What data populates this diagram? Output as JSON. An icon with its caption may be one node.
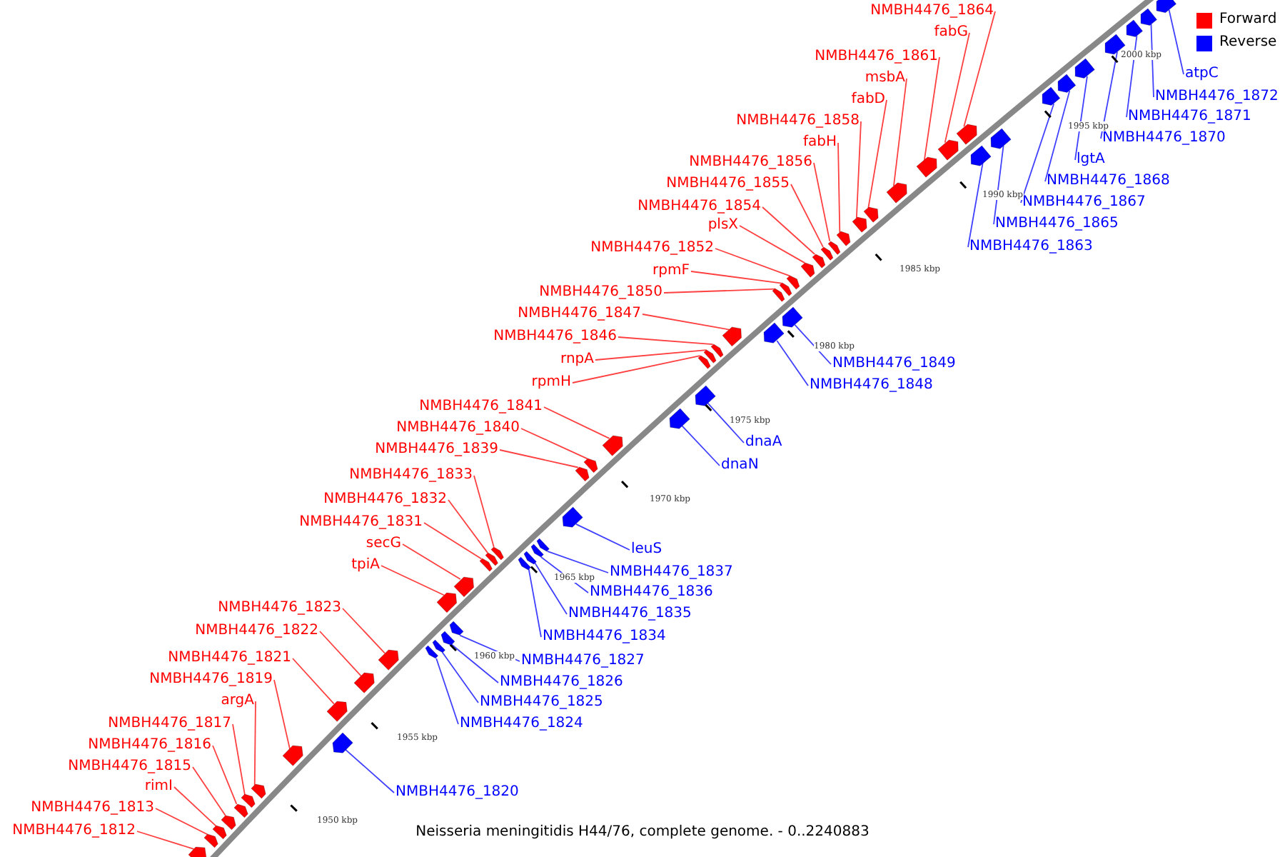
{
  "diagram": {
    "caption": "Neisseria meningitidis H44/76, complete genome. - 0..2240883",
    "nodes": [
      {
        "text": [
          "NMBH4476_1864"
        ]
      },
      {
        "text": [],
        "shape": "bar"
      },
      {
        "text": [
          "fabG"
        ]
      },
      {
        "text": [],
        "shape": "bar"
      },
      {
        "text": [
          "NMBH4476_1861"
        ]
      },
      {
        "text": [],
        "shape": "bar"
      },
      {
        "text": [
          "msbA"
        ]
      },
      {
        "text": [],
        "shape": "bar"
      },
      {
        "text": [
          "fabD"
        ]
      },
      {
        "text": [],
        "shape": "bar"
      },
      {
        "text": [
          "NMBH4476_1858"
        ]
      },
      {
        "text": [],
        "shape": "bar"
      },
      {
        "text": [
          "fabH"
        ]
      },
      {
        "text": [],
        "shape": "bar"
      },
      {
        "text": [
          "NMBH4476_1856"
        ]
      },
      {
        "text": [],
        "shape": "bar"
      },
      {
        "text": [
          "NMBH4476_1855"
        ]
      },
      {
        "text": [],
        "shape": "bar"
      },
      {
        "text": [
          "NMBH4476_1854"
        ]
      },
      {
        "text": [],
        "shape": "bar"
      },
      {
        "text": [
          "plsX"
        ]
      },
      {
        "text": [],
        "shape": "bar"
      },
      {
        "text": [
          "NMBH4476_1852"
        ]
      },
      {
        "text": [],
        "shape": "bar"
      },
      {
        "text": [
          "rpmF"
        ]
      },
      {
        "text": [],
        "shape": "bar"
      },
      {
        "text": [
          "NMBH4476_1850"
        ]
      },
      {
        "text": [],
        "shape": "bar"
      },
      {
        "text": [
          "NMBH4476_1847"
        ]
      },
      {
        "text": [],
        "shape": "bar"
      },
      {
        "text": [
          "NMBH4476_1846"
        ]
      },
      {
        "text": [],
        "shape": "bar"
      },
      {
        "text": [
          "rnpA"
        ]
      },
      {
        "text": [],
        "shape": "bar"
      },
      {
        "text": [
          "rpmH"
        ]
      },
      {
        "text": [],
        "shape": "bar"
      },
      {
        "text": [
          "NMBH4476_1841"
        ]
      },
      {
        "text": [],
        "shape": "bar"
      },
      {
        "text": [
          "NMBH4476_1840"
        ]
      },
      {
        "text": [],
        "shape": "bar"
      },
      {
        "text": [
          "NMBH4476_1839"
        ]
      },
      {
        "text": [],
        "shape": "bar"
      },
      {
        "text": [
          "NMBH4476_1833"
        ]
      },
      {
        "text": [],
        "shape": "bar"
      },
      {
        "text": [
          "NMBH4476_1832"
        ]
      },
      {
        "text": [],
        "shape": "bar"
      },
      {
        "text": [
          "NMBH4476_1831"
        ]
      },
      {
        "text": [],
        "shape": "bar"
      },
      {
        "text": [
          "secG"
        ]
      },
      {
        "text": [],
        "shape": "bar"
      },
      {
        "text": [
          "tpiA"
        ]
      },
      {
        "text": [],
        "shape": "bar"
      },
      {
        "text": [
          "NMBH4476_1823"
        ]
      },
      {
        "text": [],
        "shape": "bar"
      },
      {
        "text": [
          "NMBH4476_1822"
        ]
      },
      {
        "text": [],
        "shape": "bar"
      },
      {
        "text": [
          "NMBH4476_1821"
        ]
      },
      {
        "text": [],
        "shape": "bar"
      },
      {
        "text": [
          "NMBH4476_1819"
        ]
      },
      {
        "text": [],
        "shape": "bar"
      },
      {
        "text": [
          "argA"
        ]
      },
      {
        "text": [],
        "shape": "bar"
      },
      {
        "text": [
          "NMBH4476_1817"
        ]
      },
      {
        "text": [],
        "shape": "bar"
      },
      {
        "text": [
          "NMBH4476_1816"
        ]
      },
      {
        "text": [],
        "shape": "bar"
      },
      {
        "text": [
          "NMBH4476_1815"
        ]
      },
      {
        "text": [],
        "shape": "bar"
      },
      {
        "text": [
          "rimI"
        ]
      },
      {
        "text": [],
        "shape": "bar"
      },
      {
        "text": [
          "NMBH4476_1813"
        ]
      },
      {
        "text": [],
        "shape": "bar"
      },
      {
        "text": [
          "NMBH4476_1812"
        ]
      },
      {
        "text": [],
        "shape": "bar"
      },
      {
        "text": [
          "atpC"
        ]
      },
      {
        "text": [],
        "shape": "bar"
      },
      {
        "text": [
          "NMBH4476_1872"
        ]
      },
      {
        "text": [],
        "shape": "bar"
      },
      {
        "text": [
          "NMBH4476_1871"
        ]
      },
      {
        "text": [],
        "shape": "bar"
      },
      {
        "text": [
          "NMBH4476_1870"
        ]
      },
      {
        "text": [],
        "shape": "bar"
      },
      {
        "text": [
          "lgtA"
        ]
      },
      {
        "text": [],
        "shape": "bar"
      },
      {
        "text": [
          "NMBH4476_1868"
        ]
      },
      {
        "text": [],
        "shape": "bar"
      },
      {
        "text": [
          "NMBH4476_1867"
        ]
      },
      {
        "text": [],
        "shape": "bar"
      },
      {
        "text": [
          "NMBH4476_1865"
        ]
      },
      {
        "text": [],
        "shape": "bar"
      },
      {
        "text": [
          "NMBH4476_1863"
        ]
      },
      {
        "text": [],
        "shape": "bar"
      },
      {
        "text": [
          "NMBH4476_1849"
        ]
      },
      {
        "text": [],
        "shape": "bar"
      },
      {
        "text": [
          "NMBH4476_1848"
        ]
      },
      {
        "text": [],
        "shape": "bar"
      },
      {
        "text": [
          "dnaA"
        ]
      },
      {
        "text": [],
        "shape": "bar"
      },
      {
        "text": [
          "dnaN"
        ]
      },
      {
        "text": [],
        "shape": "bar"
      },
      {
        "text": [
          "leuS"
        ]
      },
      {
        "text": [],
        "shape": "bar"
      },
      {
        "text": [
          "NMBH4476_1837"
        ]
      },
      {
        "text": [],
        "shape": "bar"
      },
      {
        "text": [
          "NMBH4476_1836"
        ]
      },
      {
        "text": [],
        "shape": "bar"
      },
      {
        "text": [
          "NMBH4476_1835"
        ]
      },
      {
        "text": [],
        "shape": "bar"
      },
      {
        "text": [
          "NMBH4476_1834"
        ]
      },
      {
        "text": [],
        "shape": "bar"
      },
      {
        "text": [
          "NMBH4476_1827"
        ]
      },
      {
        "text": [],
        "shape": "bar"
      },
      {
        "text": [
          "NMBH4476_1826"
        ]
      },
      {
        "text": [],
        "shape": "bar"
      },
      {
        "text": [
          "NMBH4476_1825"
        ]
      },
      {
        "text": [],
        "shape": "bar"
      },
      {
        "text": [
          "NMBH4476_1824"
        ]
      },
      {
        "text": [],
        "shape": "bar"
      },
      {
        "text": [
          "NMBH4476_1820"
        ]
      },
      {
        "text": [],
        "shape": "bar"
      }
    ],
    "edges": [
      {
        "from": 0,
        "to": 1,
        "arrow": "none"
      },
      {
        "from": 2,
        "to": 3,
        "arrow": "none"
      },
      {
        "from": 4,
        "to": 5,
        "arrow": "none"
      },
      {
        "from": 6,
        "to": 7,
        "arrow": "none"
      },
      {
        "from": 8,
        "to": 9,
        "arrow": "none"
      },
      {
        "from": 10,
        "to": 11,
        "arrow": "none"
      },
      {
        "from": 12,
        "to": 13,
        "arrow": "none"
      },
      {
        "from": 14,
        "to": 15,
        "arrow": "none"
      },
      {
        "from": 16,
        "to": 17,
        "arrow": "none"
      },
      {
        "from": 18,
        "to": 19,
        "arrow": "none"
      },
      {
        "from": 20,
        "to": 21,
        "arrow": "none"
      },
      {
        "from": 22,
        "to": 23,
        "arrow": "none"
      },
      {
        "from": 24,
        "to": 25,
        "arrow": "none"
      },
      {
        "from": 26,
        "to": 27,
        "arrow": "none"
      },
      {
        "from": 28,
        "to": 29,
        "arrow": "none"
      },
      {
        "from": 30,
        "to": 31,
        "arrow": "none"
      },
      {
        "from": 32,
        "to": 33,
        "arrow": "none"
      },
      {
        "from": 34,
        "to": 35,
        "arrow": "none"
      },
      {
        "from": 36,
        "to": 37,
        "arrow": "none"
      },
      {
        "from": 38,
        "to": 39,
        "arrow": "none"
      },
      {
        "from": 40,
        "to": 41,
        "arrow": "none"
      },
      {
        "from": 42,
        "to": 43,
        "arrow": "none"
      },
      {
        "from": 44,
        "to": 45,
        "arrow": "none"
      },
      {
        "from": 46,
        "to": 47,
        "arrow": "none"
      },
      {
        "from": 48,
        "to": 49,
        "arrow": "none"
      },
      {
        "from": 50,
        "to": 51,
        "arrow": "none"
      },
      {
        "from": 52,
        "to": 53,
        "arrow": "none"
      },
      {
        "from": 54,
        "to": 55,
        "arrow": "none"
      },
      {
        "from": 56,
        "to": 57,
        "arrow": "none"
      },
      {
        "from": 58,
        "to": 59,
        "arrow": "none"
      },
      {
        "from": 60,
        "to": 61,
        "arrow": "none"
      },
      {
        "from": 62,
        "to": 63,
        "arrow": "none"
      },
      {
        "from": 64,
        "to": 65,
        "arrow": "none"
      },
      {
        "from": 66,
        "to": 67,
        "arrow": "none"
      },
      {
        "from": 68,
        "to": 69,
        "arrow": "none"
      },
      {
        "from": 70,
        "to": 71,
        "arrow": "none"
      },
      {
        "from": 72,
        "to": 73,
        "arrow": "none"
      },
      {
        "from": 74,
        "to": 75,
        "arrow": "none",
        "color": "#4040ff"
      },
      {
        "from": 76,
        "to": 77,
        "arrow": "none",
        "color": "#4040ff"
      },
      {
        "from": 78,
        "to": 79,
        "arrow": "none",
        "color": "#4040ff"
      },
      {
        "from": 80,
        "to": 81,
        "arrow": "none",
        "color": "#4040ff"
      },
      {
        "from": 82,
        "to": 83,
        "arrow": "none",
        "color": "#4040ff"
      },
      {
        "from": 84,
        "to": 85,
        "arrow": "none",
        "color": "#4040ff"
      },
      {
        "from": 86,
        "to": 87,
        "arrow": "none",
        "color": "#4040ff"
      },
      {
        "from": 88,
        "to": 89,
        "arrow": "none",
        "color": "#4040ff"
      },
      {
        "from": 90,
        "to": 91,
        "arrow": "none",
        "color": "#4040ff"
      },
      {
        "from": 92,
        "to": 93,
        "arrow": "none",
        "color": "#4040ff"
      },
      {
        "from": 94,
        "to": 95,
        "arrow": "none",
        "color": "#4040ff"
      },
      {
        "from": 96,
        "to": 97,
        "arrow": "none",
        "color": "#4040ff"
      },
      {
        "from": 98,
        "to": 99,
        "arrow": "none",
        "color": "#4040ff"
      },
      {
        "from": 100,
        "to": 101,
        "arrow": "none",
        "color": "#4040ff"
      },
      {
        "from": 102,
        "to": 103,
        "arrow": "none",
        "color": "#4040ff"
      },
      {
        "from": 104,
        "to": 105,
        "arrow": "none",
        "color": "#4040ff"
      },
      {
        "from": 106,
        "to": 107,
        "arrow": "none",
        "color": "#4040ff"
      },
      {
        "from": 108,
        "to": 109,
        "arrow": "none",
        "color": "#4040ff"
      },
      {
        "from": 110,
        "to": 111,
        "arrow": "none",
        "color": "#4040ff"
      },
      {
        "from": 112,
        "to": 113,
        "arrow": "none",
        "color": "#4040ff"
      },
      {
        "from": 114,
        "to": 115,
        "arrow": "none",
        "color": "#4040ff"
      },
      {
        "from": 116,
        "to": 117,
        "arrow": "none",
        "color": "#4040ff"
      },
      {
        "from": 118,
        "to": 119,
        "arrow": "none",
        "color": "#4040ff"
      }
    ],
    "labels": [
      "2000 kbp",
      "1995 kbp",
      "1990 kbp",
      "1985 kbp",
      "1980 kbp",
      "1975 kbp",
      "1970 kbp",
      "1965 kbp",
      "1960 kbp",
      "1955 kbp",
      "1950 kbp"
    ],
    "legend": [
      {
        "text": "Forward",
        "color": "#ff0000"
      },
      {
        "text": "Reverse",
        "color": "#0000ff"
      }
    ]
  }
}
